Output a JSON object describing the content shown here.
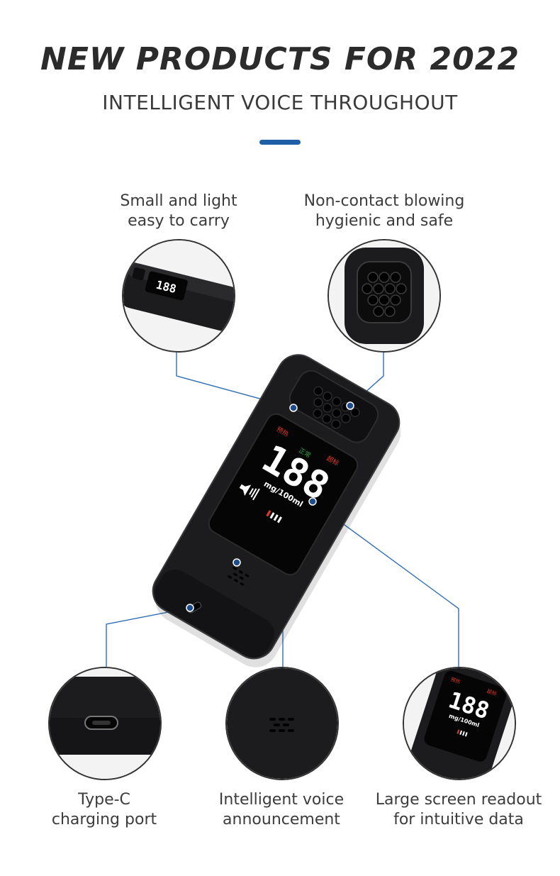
{
  "header": {
    "headline": "NEW PRODUCTS FOR 2022",
    "subheadline": "INTELLIGENT VOICE THROUGHOUT"
  },
  "features": {
    "top_left": {
      "line1": "Small and light",
      "line2": "easy to carry"
    },
    "top_right": {
      "line1": "Non-contact blowing",
      "line2": "hygienic and safe"
    },
    "bottom_left": {
      "line1": "Type-C",
      "line2": "charging port"
    },
    "bottom_center": {
      "line1": "Intelligent voice",
      "line2": "announcement"
    },
    "bottom_right": {
      "line1": "Large screen readout",
      "line2": "for intuitive data"
    }
  },
  "device_screen": {
    "status_left": "预热",
    "status_mid": "正常",
    "status_right": "超标",
    "reading": "188",
    "unit": "mg/100ml"
  },
  "colors": {
    "accent": "#1f5fa8",
    "leader_line": "#2f6fb5",
    "device_body": "#1c1c1e",
    "status_red": "#e23b2e",
    "status_green": "#2ea043"
  }
}
